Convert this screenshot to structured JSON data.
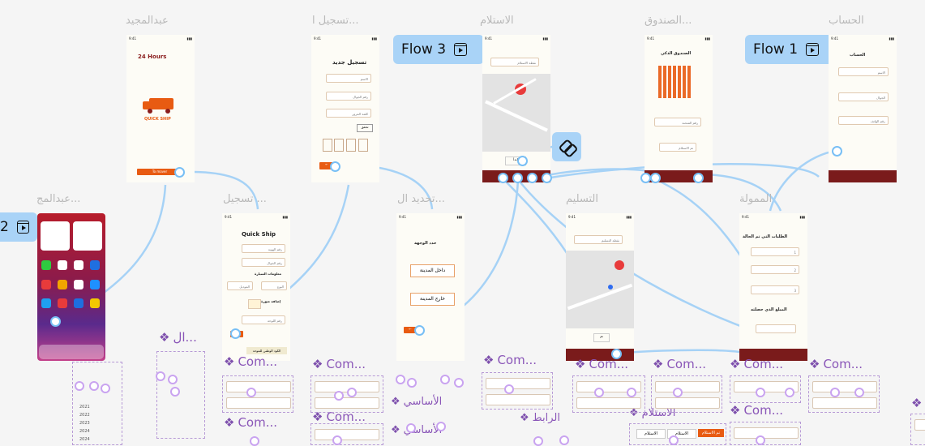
{
  "frames": {
    "splash": {
      "title": "عبدالمجيد",
      "brand": "24 Hours",
      "logo": "QUICK SHIP",
      "button": "To mover"
    },
    "home_ios": {
      "title": "عبدالمج..."
    },
    "register": {
      "title": "تسجيل ا...",
      "heading": "تسجيل جديد",
      "fields": [
        "الاسم",
        "رقم الجوال",
        "كلمة المرور"
      ],
      "small_button": "تحقق"
    },
    "register2": {
      "title": "تسجيل ...",
      "heading": "Quick Ship",
      "fields": [
        "رقم الهوية",
        "رقم الجوال"
      ],
      "section": "معلومات السيارة",
      "sel1": "النوع",
      "sel2": "الموديل",
      "upload": "إضافة صورة",
      "field3": "رقم اللوحة",
      "checkbox": "الكود الوطني للموحد"
    },
    "destination": {
      "title": "تحديد ال...",
      "heading": "حدد الوجهة",
      "options": [
        "داخل المدينة",
        "خارج المدينة"
      ]
    },
    "receive": {
      "title": "الاستلام",
      "field": "نقطة الاستلام",
      "button": "ابدأ"
    },
    "deliver": {
      "title": "التسليم",
      "field": "نقطة التسليم",
      "button": "تم"
    },
    "smartbox": {
      "title": "الصندوق...",
      "heading": "الصندوق الذكي",
      "fields": [
        "رقم الشحنة"
      ],
      "button": "تم الاستلام"
    },
    "funded": {
      "title": "الممولة",
      "heading": "الطلبات التي تم الحالة",
      "section": "المبلغ الذي حصلته",
      "items": [
        "1",
        "2",
        "3"
      ]
    },
    "account": {
      "title": "الحساب",
      "heading": "الحساب",
      "fields": [
        "الاسم",
        "الجوال",
        "رقم الهاتف"
      ]
    }
  },
  "flows": [
    {
      "label": "Flow 3",
      "icon": "play-icon"
    },
    {
      "label": "Flow 1",
      "icon": "play-icon"
    },
    {
      "label": "2",
      "icon": "play-icon"
    }
  ],
  "components": {
    "c1": "ال...",
    "c2": "Com...",
    "c3": "Com...",
    "c4": "Com...",
    "c5": "Com...",
    "c6": "Com...",
    "c7": "Com...",
    "c8": "Com...",
    "c9": "Com...",
    "c10": "Com...",
    "c11": "الأساسي",
    "c12": "الأساسي",
    "c13": "الرابط",
    "c14": "الاستلام",
    "years": [
      "2021",
      "2022",
      "2023",
      "2024",
      "2024"
    ],
    "tab_labels": [
      "تم الاستلام",
      "الاستلام",
      "الاستلام"
    ]
  },
  "colors": {
    "accent": "#e85b12",
    "nav": "#7a1b1b",
    "wire": "#78bff5",
    "component": "#8a56b8",
    "canvas": "#f5f5f5"
  }
}
